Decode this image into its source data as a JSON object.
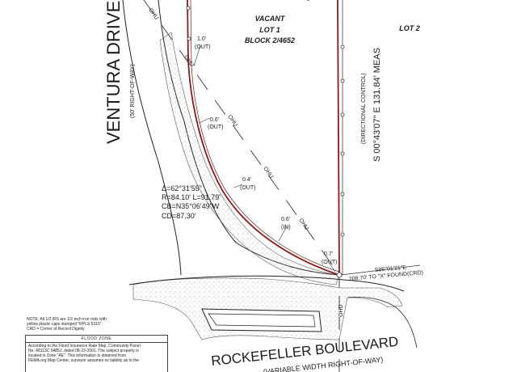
{
  "labels": {
    "vacant": "VACANT",
    "lot1": "LOT 1",
    "block": "BLOCK 2/4652",
    "lot2": "LOT 2",
    "ventura": "VENTURA DRIVE",
    "ventura_row": "(50' RIGHT-OF-WAY)",
    "bearing": "S 00°43'07\" E   131.84' MEAS",
    "directional": "(DIRECTIONAL CONTROL)",
    "rockefeller": "ROCKEFELLER BOULEVARD",
    "rockefeller_row": "(VARIABLE WIDTH RIGHT-OF-WAY)",
    "curve_delta": "Δ=62°31'55\"",
    "curve_rl": "R=84.10' L=91.79'",
    "curve_cb": "CB=N35°06'49\"W",
    "curve_cd": "CD=87.30'",
    "tie_bearing": "S85°01'21\"E",
    "tie_distance": "208.70' TO \"X\" FOUND(CRD)",
    "ohu": "OHU",
    "offsets": {
      "o1_value": "1.0'",
      "o1_note": "(OUT)",
      "o2_value": "0.6'",
      "o2_note": "(OUT)",
      "o3_value": "0.4'",
      "o3_note": "(OUT)",
      "o4_value": "0.6'",
      "o4_note": "(IN)",
      "o5_value": "0.7'",
      "o5_note": "(OUT)"
    }
  },
  "notes": {
    "line1": "NOTE: All 1/2 IRS are 1/2-inch iron rods with",
    "line2": "yellow plastic caps stamped \"RPLS 5310\".",
    "line3": "CRD = Corner of Record Dignity"
  },
  "flood_zone": {
    "title": "FLOOD ZONE",
    "line1": "According to the Flood Insurance Rate Map, Community Panel",
    "line2": "No. 48113C 0485J, dated 08-23-2001. The subject property is",
    "line3": "located in Zone \"AE\". This information is obtained from",
    "line4": "FEMA.org Map Center, surveyor assumes no liability as to the"
  },
  "colors": {
    "property_line": "#8b1a1a",
    "line_work": "#222222",
    "stipple": "#9a9a9a"
  }
}
